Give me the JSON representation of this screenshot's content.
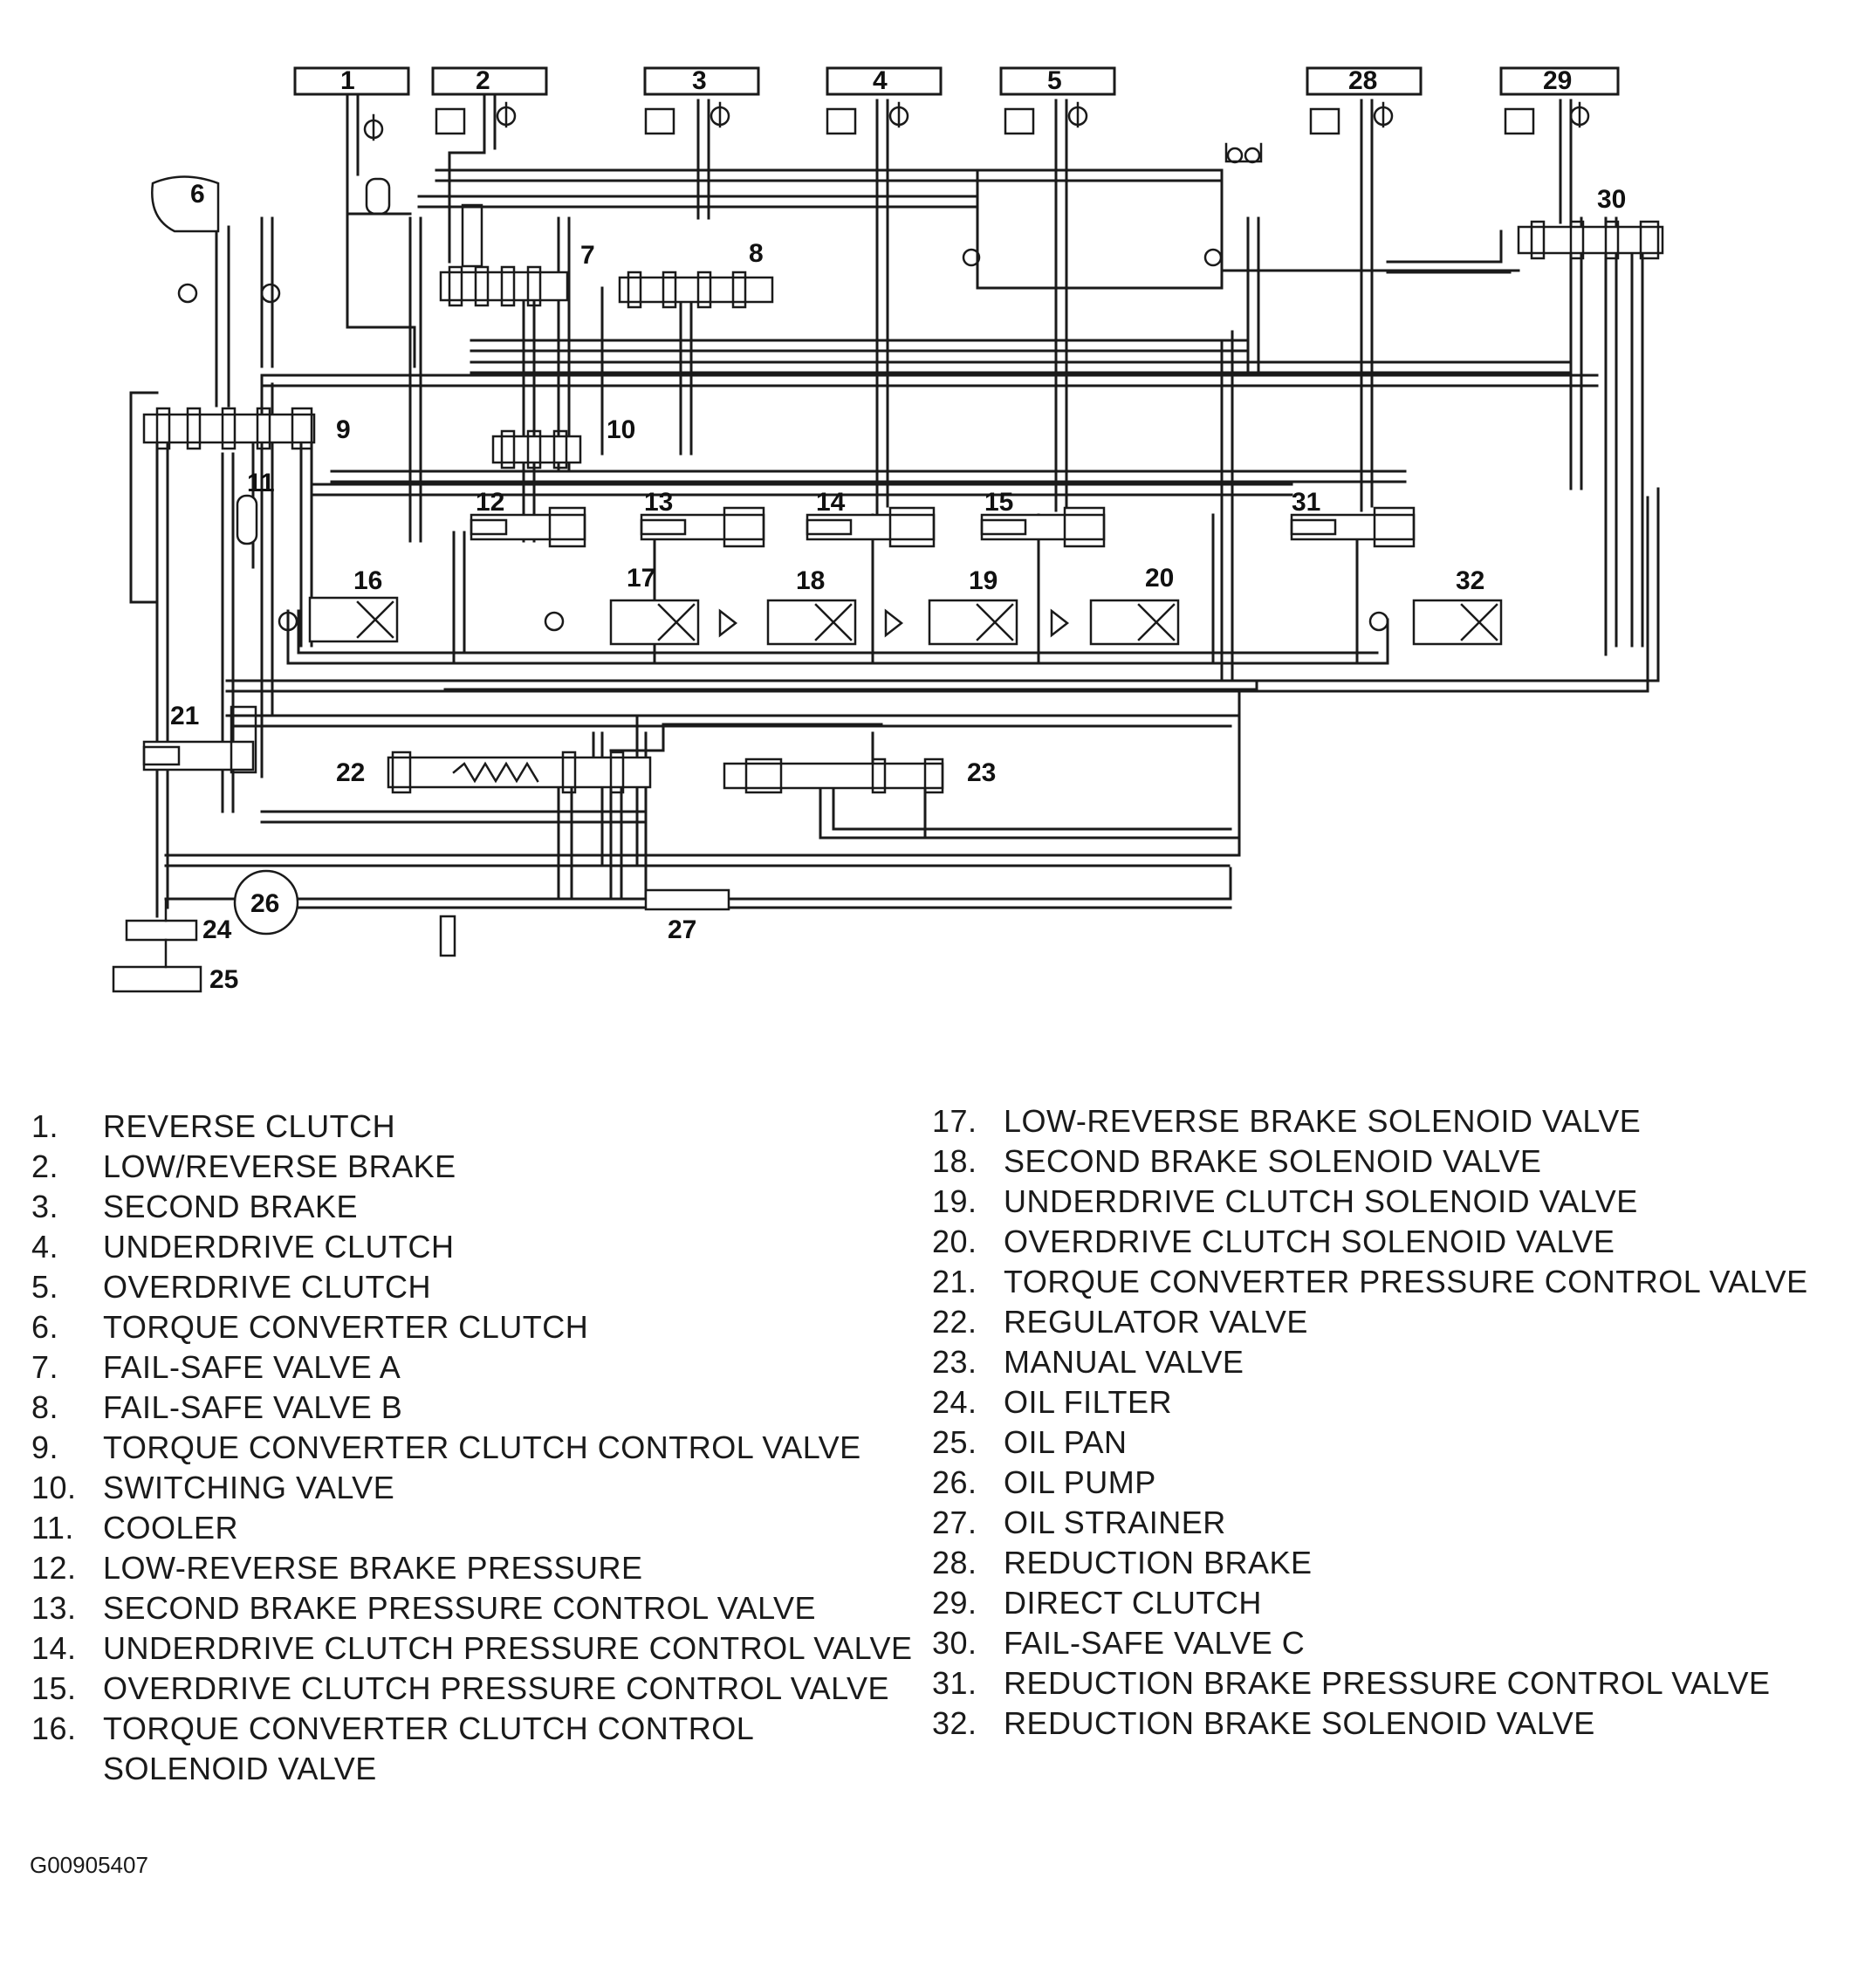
{
  "diagram": {
    "callouts": {
      "c1": "1",
      "c2": "2",
      "c3": "3",
      "c4": "4",
      "c5": "5",
      "c6": "6",
      "c7": "7",
      "c8": "8",
      "c9": "9",
      "c10": "10",
      "c11": "11",
      "c12": "12",
      "c13": "13",
      "c14": "14",
      "c15": "15",
      "c16": "16",
      "c17": "17",
      "c18": "18",
      "c19": "19",
      "c20": "20",
      "c21": "21",
      "c22": "22",
      "c23": "23",
      "c24": "24",
      "c25": "25",
      "c26": "26",
      "c27": "27",
      "c28": "28",
      "c29": "29",
      "c30": "30",
      "c31": "31",
      "c32": "32"
    }
  },
  "legend": {
    "left": [
      {
        "num": "1.",
        "text": "REVERSE CLUTCH"
      },
      {
        "num": "2.",
        "text": "LOW/REVERSE BRAKE"
      },
      {
        "num": "3.",
        "text": "SECOND BRAKE"
      },
      {
        "num": "4.",
        "text": "UNDERDRIVE CLUTCH"
      },
      {
        "num": "5.",
        "text": "OVERDRIVE CLUTCH"
      },
      {
        "num": "6.",
        "text": "TORQUE CONVERTER CLUTCH"
      },
      {
        "num": "7.",
        "text": "FAIL-SAFE VALVE A"
      },
      {
        "num": "8.",
        "text": "FAIL-SAFE VALVE B"
      },
      {
        "num": "9.",
        "text": "TORQUE CONVERTER CLUTCH CONTROL VALVE"
      },
      {
        "num": "10.",
        "text": "SWITCHING VALVE"
      },
      {
        "num": "11.",
        "text": "COOLER"
      },
      {
        "num": "12.",
        "text": "LOW-REVERSE BRAKE PRESSURE"
      },
      {
        "num": "13.",
        "text": "SECOND BRAKE PRESSURE CONTROL VALVE"
      },
      {
        "num": "14.",
        "text": "UNDERDRIVE CLUTCH PRESSURE CONTROL VALVE"
      },
      {
        "num": "15.",
        "text": "OVERDRIVE CLUTCH PRESSURE CONTROL VALVE"
      },
      {
        "num": "16.",
        "text": "TORQUE CONVERTER CLUTCH CONTROL SOLENOID VALVE"
      }
    ],
    "right": [
      {
        "num": "17.",
        "text": "LOW-REVERSE BRAKE SOLENOID VALVE"
      },
      {
        "num": "18.",
        "text": "SECOND BRAKE SOLENOID VALVE"
      },
      {
        "num": "19.",
        "text": "UNDERDRIVE CLUTCH SOLENOID VALVE"
      },
      {
        "num": "20.",
        "text": "OVERDRIVE CLUTCH SOLENOID VALVE"
      },
      {
        "num": "21.",
        "text": "TORQUE CONVERTER PRESSURE CONTROL VALVE"
      },
      {
        "num": "22.",
        "text": "REGULATOR VALVE"
      },
      {
        "num": "23.",
        "text": "MANUAL VALVE"
      },
      {
        "num": "24.",
        "text": "OIL FILTER"
      },
      {
        "num": "25.",
        "text": "OIL PAN"
      },
      {
        "num": "26.",
        "text": "OIL PUMP"
      },
      {
        "num": "27.",
        "text": "OIL STRAINER"
      },
      {
        "num": "28.",
        "text": "REDUCTION BRAKE"
      },
      {
        "num": "29.",
        "text": "DIRECT CLUTCH"
      },
      {
        "num": "30.",
        "text": "FAIL-SAFE VALVE C"
      },
      {
        "num": "31.",
        "text": "REDUCTION BRAKE PRESSURE CONTROL VALVE"
      },
      {
        "num": "32.",
        "text": "REDUCTION BRAKE SOLENOID VALVE"
      }
    ]
  },
  "figure_id": "G00905407",
  "colors": {
    "ink": "#1a1a1a",
    "background": "#ffffff"
  }
}
